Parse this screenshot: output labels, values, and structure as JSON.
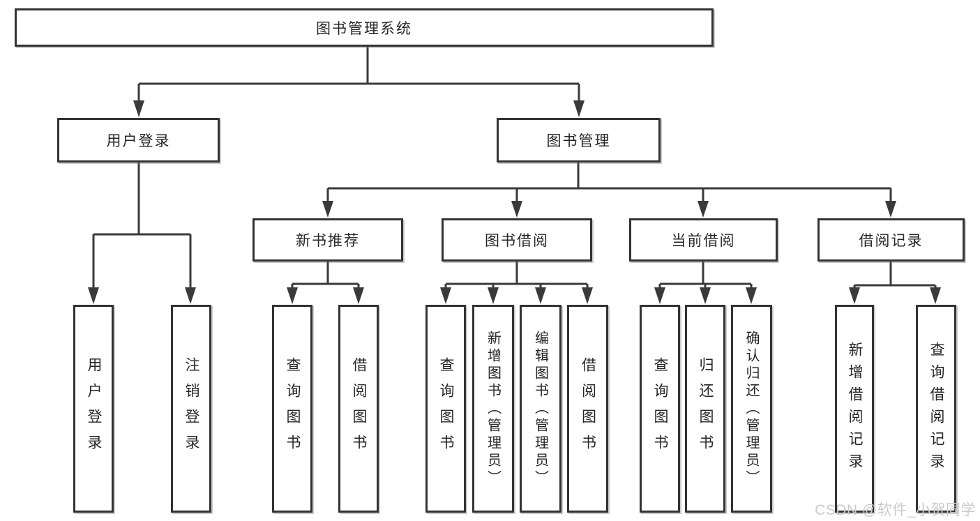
{
  "diagram_type": "hierarchy-tree",
  "watermark": "CSDN @软件_小贺同学",
  "colors": {
    "background": "#ffffff",
    "line": "#3a3a3a",
    "box_border": "#333333",
    "text": "#262626",
    "watermark": "#cbcbcb"
  },
  "tree": {
    "label": "图书管理系统",
    "children": [
      {
        "label": "用户登录",
        "children": [
          {
            "label": "用户登录"
          },
          {
            "label": "注销登录"
          }
        ]
      },
      {
        "label": "图书管理",
        "children": [
          {
            "label": "新书推荐",
            "children": [
              {
                "label": "查询图书"
              },
              {
                "label": "借阅图书"
              }
            ]
          },
          {
            "label": "图书借阅",
            "children": [
              {
                "label": "查询图书"
              },
              {
                "label": "新增图书（管理员）"
              },
              {
                "label": "编辑图书（管理员）"
              },
              {
                "label": "借阅图书"
              }
            ]
          },
          {
            "label": "当前借阅",
            "children": [
              {
                "label": "查询图书"
              },
              {
                "label": "归还图书"
              },
              {
                "label": "确认归还（管理员）"
              }
            ]
          },
          {
            "label": "借阅记录",
            "children": [
              {
                "label": "新增借阅记录"
              },
              {
                "label": "查询借阅记录"
              }
            ]
          }
        ]
      }
    ]
  }
}
